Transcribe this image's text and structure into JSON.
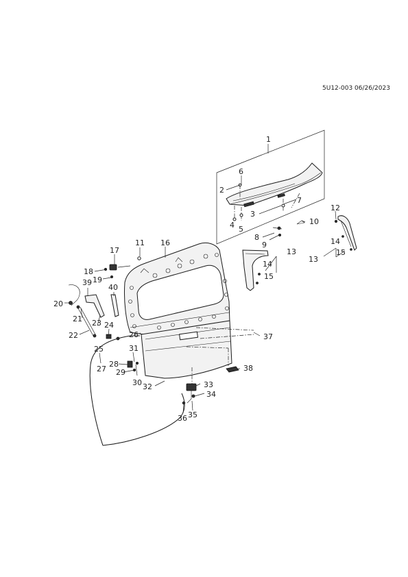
{
  "doc_code": "5U12-003 06/26/2023",
  "callouts": [
    {
      "id": "c1",
      "text": "1"
    },
    {
      "id": "c2",
      "text": "2"
    },
    {
      "id": "c3",
      "text": "3"
    },
    {
      "id": "c4",
      "text": "4"
    },
    {
      "id": "c5",
      "text": "5"
    },
    {
      "id": "c6",
      "text": "6"
    },
    {
      "id": "c7",
      "text": "7"
    },
    {
      "id": "c8",
      "text": "8"
    },
    {
      "id": "c9",
      "text": "9"
    },
    {
      "id": "c10",
      "text": "10"
    },
    {
      "id": "c11",
      "text": "11"
    },
    {
      "id": "c12",
      "text": "12"
    },
    {
      "id": "c13a",
      "text": "13"
    },
    {
      "id": "c13b",
      "text": "13"
    },
    {
      "id": "c14a",
      "text": "14"
    },
    {
      "id": "c14b",
      "text": "14"
    },
    {
      "id": "c15a",
      "text": "15"
    },
    {
      "id": "c15b",
      "text": "15"
    },
    {
      "id": "c16",
      "text": "16"
    },
    {
      "id": "c17",
      "text": "17"
    },
    {
      "id": "c18",
      "text": "18"
    },
    {
      "id": "c19",
      "text": "19"
    },
    {
      "id": "c20",
      "text": "20"
    },
    {
      "id": "c21",
      "text": "21"
    },
    {
      "id": "c22",
      "text": "22"
    },
    {
      "id": "c23",
      "text": "23"
    },
    {
      "id": "c24",
      "text": "24"
    },
    {
      "id": "c25",
      "text": "25"
    },
    {
      "id": "c26",
      "text": "26"
    },
    {
      "id": "c27",
      "text": "27"
    },
    {
      "id": "c28",
      "text": "28"
    },
    {
      "id": "c29",
      "text": "29"
    },
    {
      "id": "c30",
      "text": "30"
    },
    {
      "id": "c31",
      "text": "31"
    },
    {
      "id": "c32",
      "text": "32"
    },
    {
      "id": "c33",
      "text": "33"
    },
    {
      "id": "c34",
      "text": "34"
    },
    {
      "id": "c35",
      "text": "35"
    },
    {
      "id": "c36",
      "text": "36"
    },
    {
      "id": "c37",
      "text": "37"
    },
    {
      "id": "c38",
      "text": "38"
    },
    {
      "id": "c39",
      "text": "39"
    },
    {
      "id": "c40",
      "text": "40"
    }
  ]
}
